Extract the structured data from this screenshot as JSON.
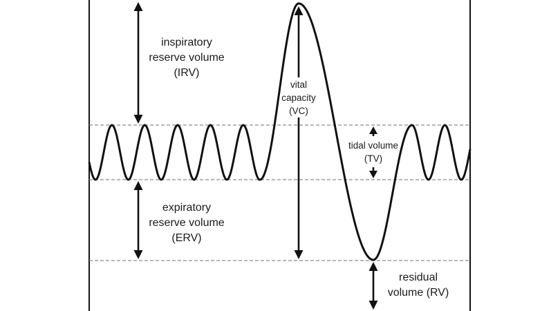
{
  "labels": {
    "irv": [
      "inspiratory",
      "reserve volume",
      "(IRV)"
    ],
    "erv": [
      "expiratory",
      "reserve volume",
      "(ERV)"
    ],
    "vc": [
      "vital",
      "capacity",
      "(VC)"
    ],
    "tv": [
      "tidal volume",
      "(TV)"
    ],
    "rv": [
      "residual",
      "volume (RV)"
    ]
  },
  "colors": {
    "line": "#111111",
    "dashed": "#8c8c8c",
    "text": "#1a1a1a",
    "background": "#ffffff"
  }
}
